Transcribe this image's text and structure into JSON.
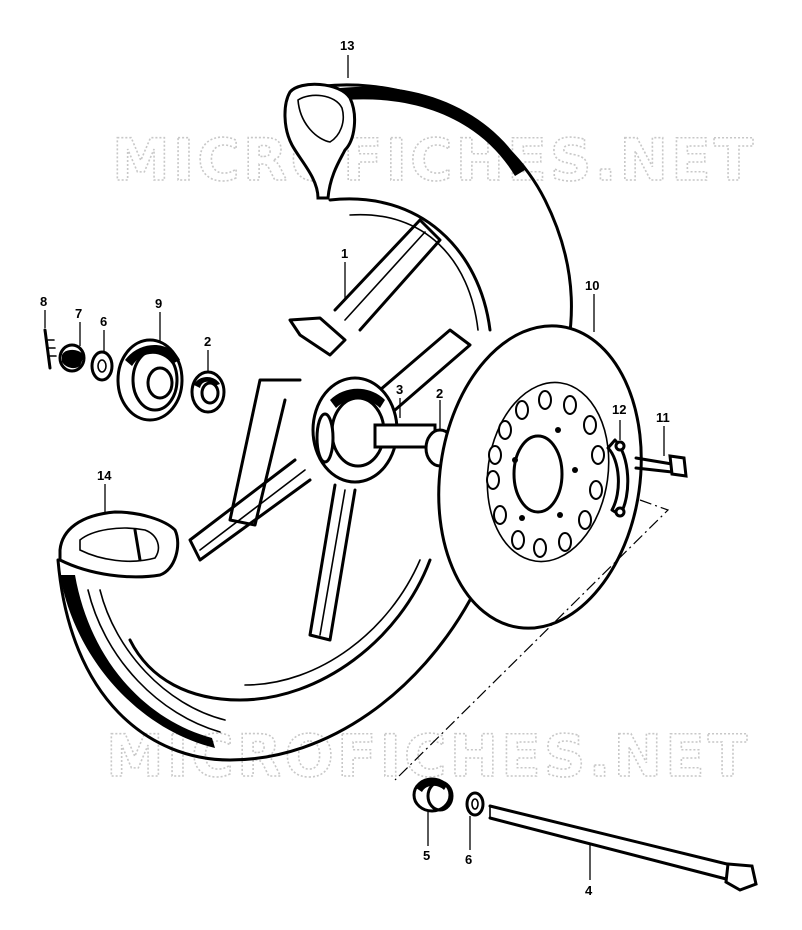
{
  "diagram": {
    "watermarks": [
      "MICROFICHES.NET",
      "MICROFICHES.NET"
    ],
    "callouts": [
      {
        "id": "13",
        "label": "13"
      },
      {
        "id": "1",
        "label": "1"
      },
      {
        "id": "10",
        "label": "10"
      },
      {
        "id": "8",
        "label": "8"
      },
      {
        "id": "7",
        "label": "7"
      },
      {
        "id": "6a",
        "label": "6"
      },
      {
        "id": "9",
        "label": "9"
      },
      {
        "id": "2a",
        "label": "2"
      },
      {
        "id": "3",
        "label": "3"
      },
      {
        "id": "2b",
        "label": "2"
      },
      {
        "id": "12",
        "label": "12"
      },
      {
        "id": "11",
        "label": "11"
      },
      {
        "id": "14",
        "label": "14"
      },
      {
        "id": "5",
        "label": "5"
      },
      {
        "id": "6b",
        "label": "6"
      },
      {
        "id": "4",
        "label": "4"
      }
    ]
  }
}
